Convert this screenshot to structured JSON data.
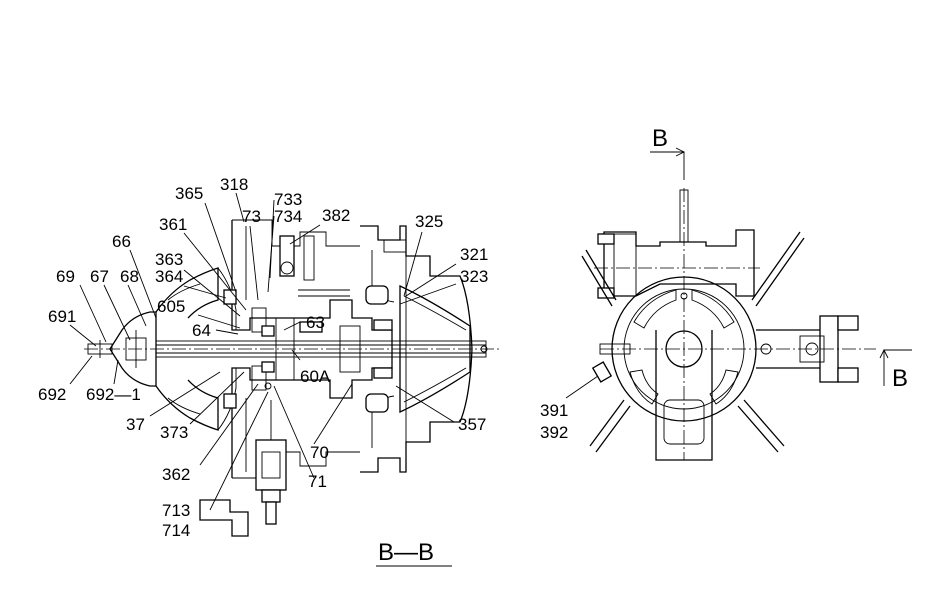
{
  "section_title": "B—B",
  "section_arrow_label": "B",
  "callouts": {
    "c365": "365",
    "c318": "318",
    "c733": "733",
    "c734": "734",
    "c73": "73",
    "c382": "382",
    "c325": "325",
    "c321": "321",
    "c323": "323",
    "c361": "361",
    "c66": "66",
    "c363": "363",
    "c364": "364",
    "c69": "69",
    "c67": "67",
    "c68": "68",
    "c605": "605",
    "c691": "691",
    "c64": "64",
    "c63": "63",
    "c60A": "60A",
    "c692": "692",
    "c692_1": "692—1",
    "c37": "37",
    "c373": "373",
    "c362": "362",
    "c713": "713",
    "c714": "714",
    "c70": "70",
    "c71": "71",
    "c357": "357",
    "c391": "391",
    "c392": "392"
  }
}
